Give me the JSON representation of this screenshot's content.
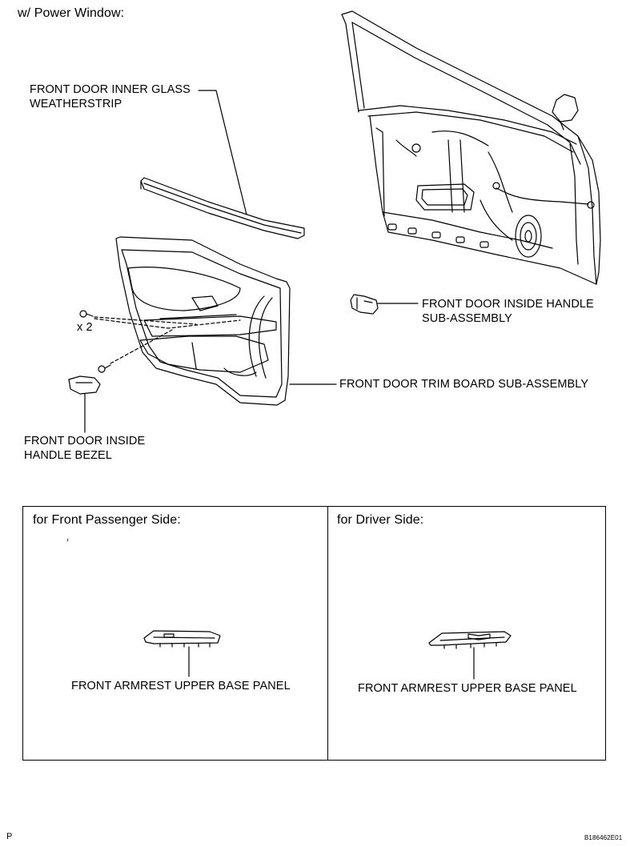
{
  "header": {
    "title": "w/ Power Window:"
  },
  "callouts": {
    "weatherstrip": [
      "FRONT DOOR INNER GLASS",
      "WEATHERSTRIP"
    ],
    "inside_handle": [
      "FRONT DOOR INSIDE HANDLE",
      "SUB-ASSEMBLY"
    ],
    "trim_board": "FRONT DOOR TRIM BOARD SUB-ASSEMBLY",
    "handle_bezel": [
      "FRONT DOOR INSIDE",
      "HANDLE BEZEL"
    ],
    "screw_qty": "x 2"
  },
  "panels": {
    "passenger": {
      "title": "for Front Passenger Side:",
      "part_label": "FRONT ARMREST UPPER BASE PANEL"
    },
    "driver": {
      "title": "for Driver Side:",
      "part_label": "FRONT ARMREST UPPER BASE PANEL"
    }
  },
  "footer": {
    "left_code": "P",
    "figure_id": "B186462E01"
  },
  "colors": {
    "ink": "#000000",
    "background": "#ffffff"
  }
}
